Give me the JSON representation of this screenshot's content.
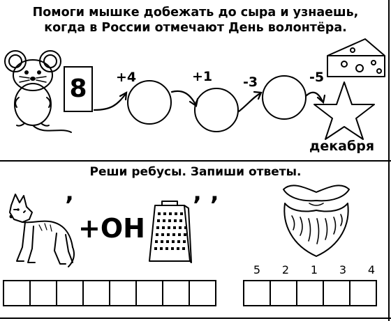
{
  "header": {
    "line1": "Помоги мышке добежать до сыра и узнаешь,",
    "line2": "когда в России отмечают День волонтёра."
  },
  "chain": {
    "start": "8",
    "steps": [
      "+4",
      "+1",
      "-3",
      "-5"
    ],
    "month": "декабря"
  },
  "rebus": {
    "title": "Реши ребусы. Запиши ответы.",
    "first": {
      "comma": "’",
      "plus": "+ОН",
      "commas": "’ ’",
      "cells": 8
    },
    "second": {
      "order": [
        "5",
        "2",
        "1",
        "3",
        "4"
      ],
      "cells": 5
    }
  },
  "icons": [
    "mouse-icon",
    "cheese-icon",
    "star-icon",
    "wolf-icon",
    "grater-icon",
    "beard-icon"
  ]
}
